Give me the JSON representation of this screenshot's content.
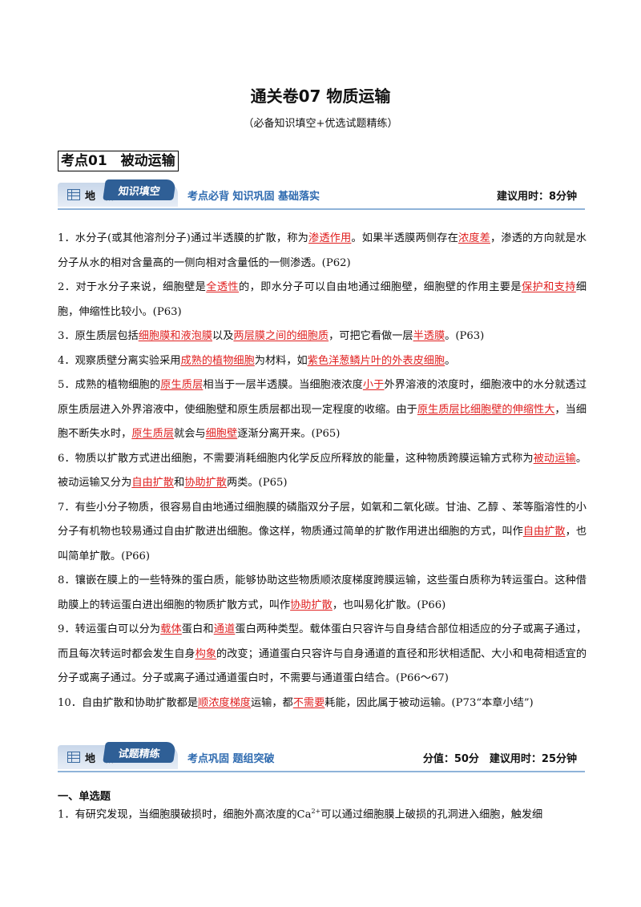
{
  "header": {
    "title": "通关卷07 物质运输",
    "subtitle": "（必备知识填空+优选试题精练）"
  },
  "section": {
    "heading": "考点01　被动运输"
  },
  "banner1": {
    "di": "地城",
    "tab": "知识填空",
    "slogan": "考点必背 知识巩固 基础落实",
    "right": "建议用时：8分钟"
  },
  "fill_blanks": [
    [
      [
        "t",
        "1．水分子(或其他溶剂分子)通过半透膜的扩散，称为"
      ],
      [
        "a",
        "渗透作用"
      ],
      [
        "t",
        "。如果半透膜两侧存在"
      ],
      [
        "a",
        "浓度差"
      ],
      [
        "t",
        "，渗透的方向就是水分子从水的相对含量高的一侧向相对含量低的一侧渗透。(P62)"
      ]
    ],
    [
      [
        "t",
        "2．对于水分子来说，细胞壁是"
      ],
      [
        "a",
        "全透性"
      ],
      [
        "t",
        "的，即水分子可以自由地通过细胞壁，细胞壁的作用主要是"
      ],
      [
        "a",
        "保护和支持"
      ],
      [
        "t",
        "细胞，伸缩性比较小。(P63)"
      ]
    ],
    [
      [
        "t",
        "3．原生质层包括"
      ],
      [
        "a",
        "细胞膜和液泡膜"
      ],
      [
        "t",
        "以及"
      ],
      [
        "a",
        "两层膜之间的细胞质"
      ],
      [
        "t",
        "，可把它看做一层"
      ],
      [
        "a",
        "半透膜"
      ],
      [
        "t",
        "。(P63)"
      ]
    ],
    [
      [
        "t",
        "4．观察质壁分离实验采用"
      ],
      [
        "a",
        "成熟的植物细胞"
      ],
      [
        "t",
        "为材料，如"
      ],
      [
        "a",
        "紫色洋葱鳞片叶的外表皮细胞"
      ],
      [
        "t",
        "。"
      ]
    ],
    [
      [
        "t",
        "5．成熟的植物细胞的"
      ],
      [
        "a",
        "原生质层"
      ],
      [
        "t",
        "相当于一层半透膜。当细胞液浓度"
      ],
      [
        "a",
        "小于"
      ],
      [
        "t",
        "外界溶液的浓度时，细胞液中的水分就透过原生质层进入外界溶液中，使细胞壁和原生质层都出现一定程度的收缩。由于"
      ],
      [
        "a",
        "原生质层比细胞壁的伸缩性大"
      ],
      [
        "t",
        "，当细胞不断失水时，"
      ],
      [
        "a",
        "原生质层"
      ],
      [
        "t",
        "就会与"
      ],
      [
        "a",
        "细胞壁"
      ],
      [
        "t",
        "逐渐分离开来。(P65)"
      ]
    ],
    [
      [
        "t",
        "6．物质以扩散方式进出细胞，不需要消耗细胞内化学反应所释放的能量，这种物质跨膜运输方式称为"
      ],
      [
        "a",
        "被动运输"
      ],
      [
        "t",
        "。被动运输又分为"
      ],
      [
        "a",
        "自由扩散"
      ],
      [
        "t",
        "和"
      ],
      [
        "a",
        "协助扩散"
      ],
      [
        "t",
        "两类。(P65)"
      ]
    ],
    [
      [
        "t",
        "7．有些小分子物质，很容易自由地通过细胞膜的磷脂双分子层，如氧和二氧化碳。甘油、乙醇 、苯等脂溶性的小分子有机物也较易通过自由扩散进出细胞。像这样，物质通过简单的扩散作用进出细胞的方式，叫作"
      ],
      [
        "a",
        "自由扩散"
      ],
      [
        "t",
        "，也叫简单扩散。(P66)"
      ]
    ],
    [
      [
        "t",
        "8．镶嵌在膜上的一些特殊的蛋白质，能够协助这些物质顺浓度梯度跨膜运输，这些蛋白质称为转运蛋白。这种借助膜上的转运蛋白进出细胞的物质扩散方式，叫作"
      ],
      [
        "a",
        "协助扩散"
      ],
      [
        "t",
        "，也叫易化扩散。(P66)"
      ]
    ],
    [
      [
        "t",
        "9．转运蛋白可以分为"
      ],
      [
        "a",
        "载体"
      ],
      [
        "t",
        "蛋白和"
      ],
      [
        "a",
        "通道"
      ],
      [
        "t",
        "蛋白两种类型。载体蛋白只容许与自身结合部位相适应的分子或离子通过，而且每次转运时都会发生自身"
      ],
      [
        "a",
        "构象"
      ],
      [
        "t",
        "的改变；通道蛋白只容许与自身通道的直径和形状相适配、大小和电荷相适宜的分子或离子通过。分子或离子通过通道蛋白时，不需要与通道蛋白结合。(P66～67)"
      ]
    ],
    [
      [
        "t",
        "10．自由扩散和协助扩散都是"
      ],
      [
        "a",
        "顺浓度梯度"
      ],
      [
        "t",
        "运输，都"
      ],
      [
        "a",
        "不需要"
      ],
      [
        "t",
        "耗能，因此属于被动运输。(P73“本章小结”)"
      ]
    ]
  ],
  "banner2": {
    "di": "地城",
    "tab": "试题精练",
    "slogan": "考点巩固 题组突破",
    "right": "分值：50分　建议用时：25分钟"
  },
  "questions": {
    "heading": "一、单选题",
    "q1_before": "1．有研究发现，当细胞膜破损时，细胞外高浓度的Ca",
    "q1_sup": "2+",
    "q1_after": "可以通过细胞膜上破损的孔洞进入细胞，触发细"
  }
}
